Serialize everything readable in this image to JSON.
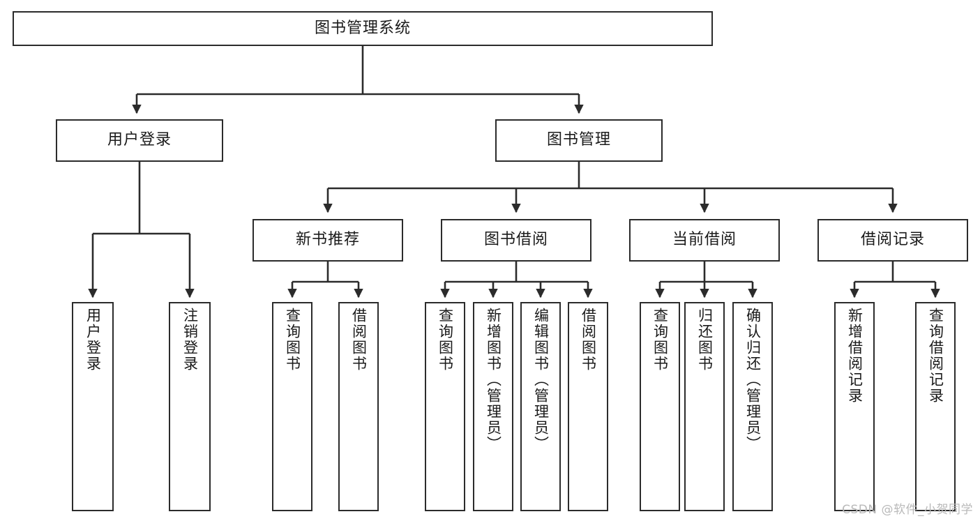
{
  "diagram": {
    "type": "tree",
    "title": "图书管理系统",
    "watermark": "CSDN @软件_小贺同学",
    "colors": {
      "border": "#2b2b2b",
      "text": "#1a1a1a",
      "background": "#ffffff",
      "edge": "#2b2b2b",
      "watermark": "#b9b9b9"
    },
    "nodes": {
      "root": {
        "label": "图书管理系统"
      },
      "level1": [
        {
          "label": "用户登录"
        },
        {
          "label": "图书管理"
        }
      ],
      "level2": [
        {
          "label": "新书推荐"
        },
        {
          "label": "图书借阅"
        },
        {
          "label": "当前借阅"
        },
        {
          "label": "借阅记录"
        }
      ],
      "leaves": {
        "user_login": [
          {
            "label": "用户登录"
          },
          {
            "label": "注销登录"
          }
        ],
        "new_book": [
          {
            "label": "查询图书"
          },
          {
            "label": "借阅图书"
          }
        ],
        "borrow_book": [
          {
            "label": "查询图书"
          },
          {
            "label": "新增图书（管理员）"
          },
          {
            "label": "编辑图书（管理员）"
          },
          {
            "label": "借阅图书"
          }
        ],
        "current_borrow": [
          {
            "label": "查询图书"
          },
          {
            "label": "归还图书"
          },
          {
            "label": "确认归还（管理员）"
          }
        ],
        "borrow_record": [
          {
            "label": "新增借阅记录"
          },
          {
            "label": "查询借阅记录"
          }
        ]
      }
    }
  }
}
